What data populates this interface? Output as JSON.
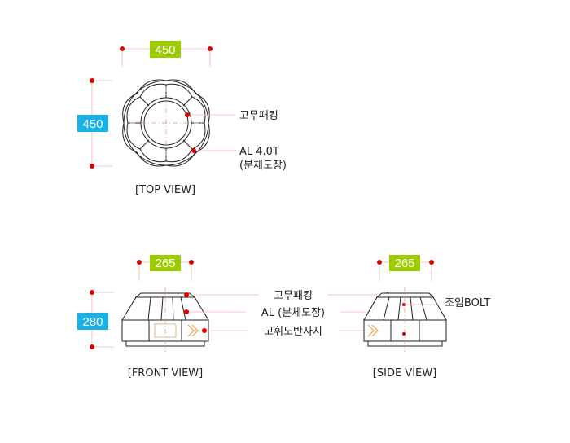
{
  "top_view": {
    "dim_width": "450",
    "dim_height": "450",
    "label_packing": "고무패킹",
    "label_material_1": "AL 4.0T",
    "label_material_2": "(분체도장)",
    "caption": "[TOP VIEW]"
  },
  "front_view": {
    "dim_width": "265",
    "dim_height": "280",
    "caption": "[FRONT VIEW]"
  },
  "side_view": {
    "dim_width": "265",
    "label_bolt": "조임BOLT",
    "caption": "[SIDE VIEW]"
  },
  "callouts": {
    "packing": "고무패킹",
    "material": "AL (분체도장)",
    "reflector": "고휘도반사지"
  },
  "colors": {
    "dim_green": "#9ccc00",
    "dim_blue": "#1ab0e8",
    "marker_red": "#e00000"
  }
}
